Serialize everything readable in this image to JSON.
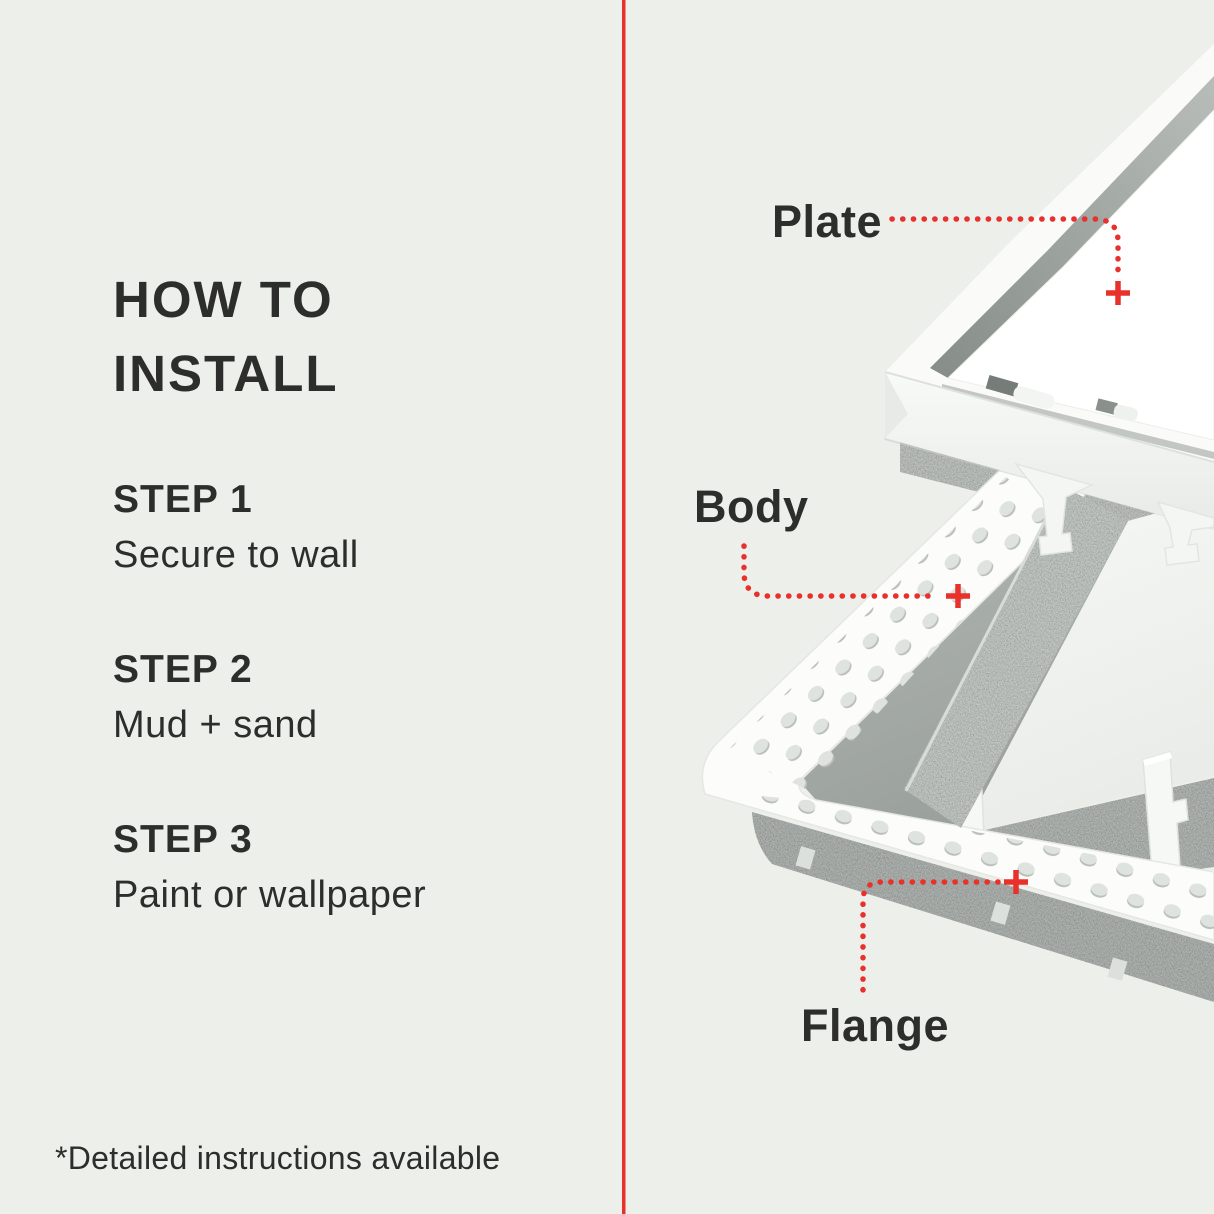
{
  "page": {
    "background_color": "#edefeb",
    "text_color": "#2d2d2b"
  },
  "divider": {
    "color": "#e8312b"
  },
  "instructions": {
    "title_line1": "HOW TO",
    "title_line2": "INSTALL",
    "steps": [
      {
        "heading": "STEP 1",
        "description": "Secure to wall"
      },
      {
        "heading": "STEP 2",
        "description": "Mud + sand"
      },
      {
        "heading": "STEP 3",
        "description": "Paint or wallpaper"
      }
    ],
    "footnote": "*Detailed instructions available"
  },
  "diagram": {
    "accent_color": "#e8312b",
    "product": "flush access panel exploded view",
    "labels": [
      {
        "text": "Plate"
      },
      {
        "text": "Body"
      },
      {
        "text": "Flange"
      }
    ]
  }
}
